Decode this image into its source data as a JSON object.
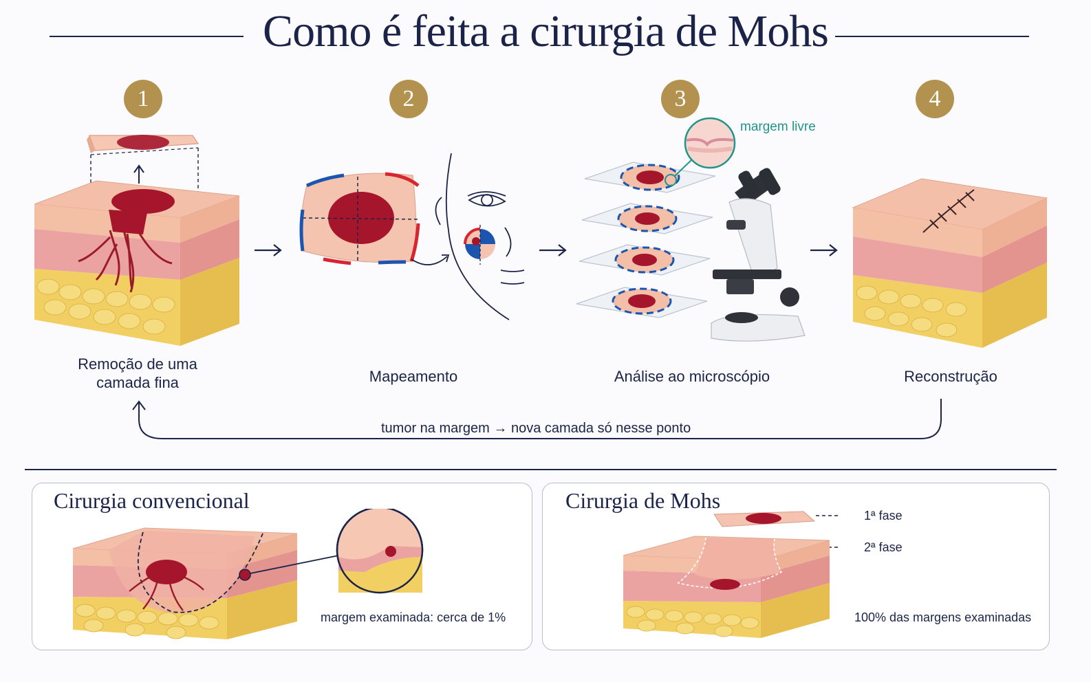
{
  "title": "Como é feita a cirurgia de Mohs",
  "steps": [
    {
      "number": "1",
      "label_line1": "Remoção de uma",
      "label_line2": "camada fina"
    },
    {
      "number": "2",
      "label": "Mapeamento"
    },
    {
      "number": "3",
      "label": "Análise ao microscópio",
      "callout": "margem livre"
    },
    {
      "number": "4",
      "label": "Reconstrução"
    }
  ],
  "loop_text": "tumor na margem → nova camada só nesse ponto",
  "comparison": {
    "conventional": {
      "title": "Cirurgia convencional",
      "note": "margem examinada: cerca de 1%"
    },
    "mohs": {
      "title": "Cirurgia de Mohs",
      "phase1": "1ª fase",
      "phase2": "2ª fase",
      "note": "100% das margens examinadas"
    }
  },
  "colors": {
    "navy": "#1b2448",
    "gold": "#b3914f",
    "teal": "#1f958a",
    "skin": "#f2b9a6",
    "dermis": "#eba3a1",
    "fat": "#f1cf62",
    "tumor": "#a5162c",
    "map_blue": "#1c55b0",
    "map_red": "#d7262f"
  }
}
